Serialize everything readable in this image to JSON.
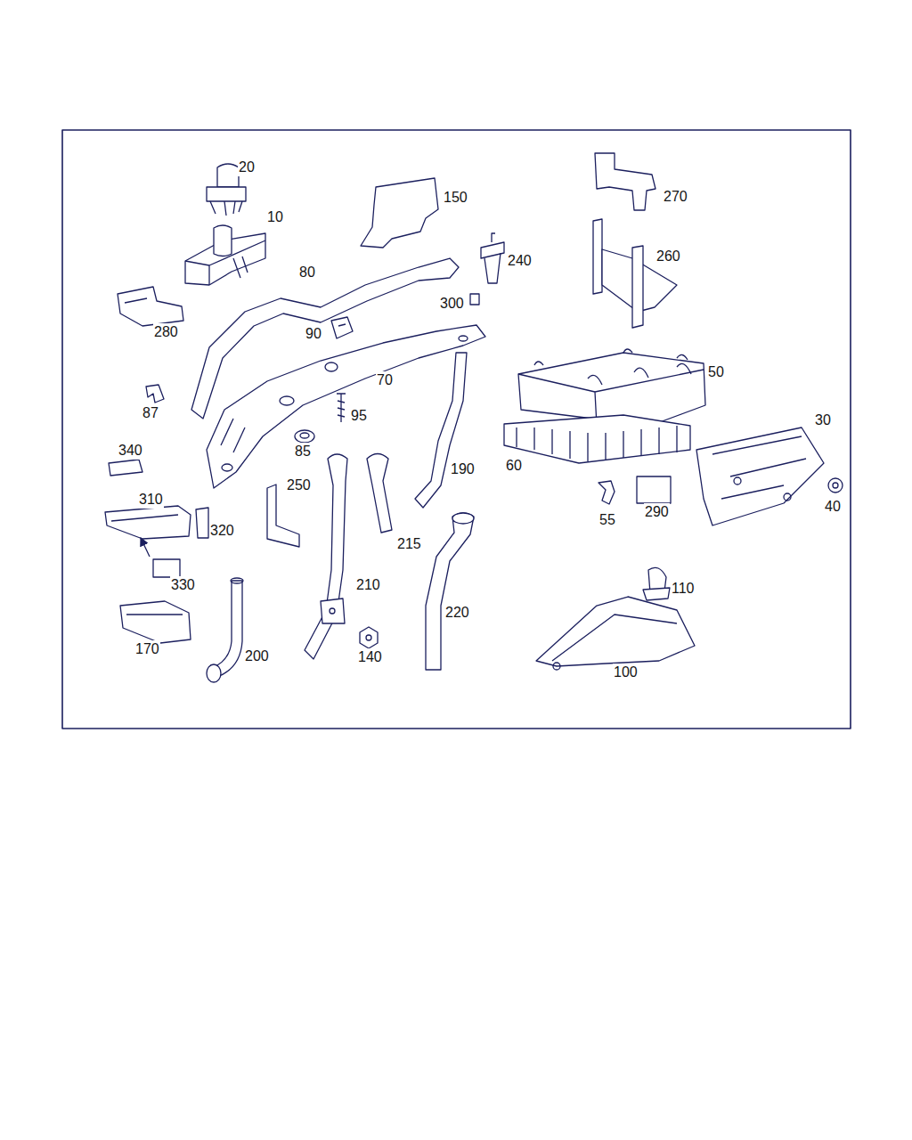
{
  "diagram": {
    "labels": [
      "20",
      "10",
      "80",
      "150",
      "240",
      "270",
      "260",
      "300",
      "280",
      "90",
      "70",
      "50",
      "87",
      "95",
      "30",
      "85",
      "190",
      "60",
      "340",
      "250",
      "310",
      "320",
      "215",
      "55",
      "290",
      "40",
      "330",
      "210",
      "220",
      "110",
      "170",
      "200",
      "140",
      "100"
    ]
  }
}
